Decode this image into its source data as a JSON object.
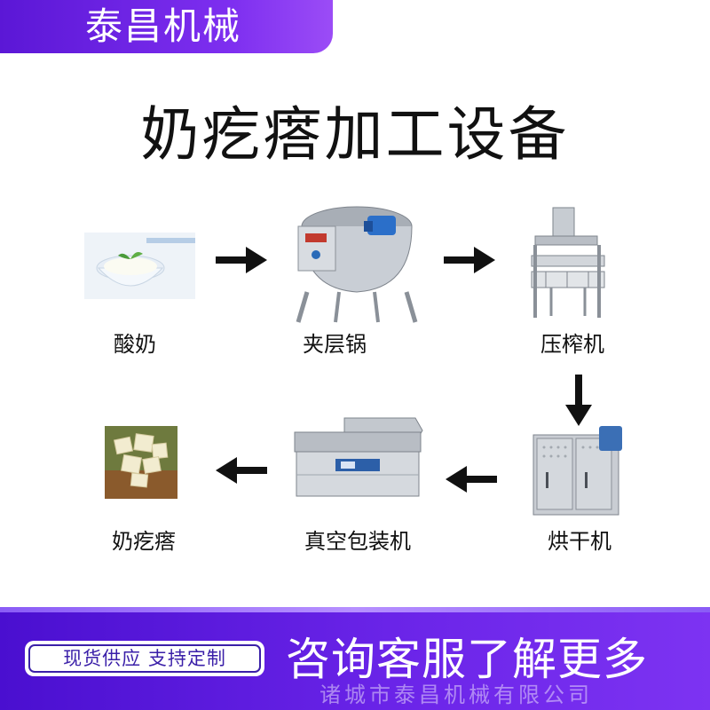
{
  "brand": {
    "name": "泰昌机械"
  },
  "title": "奶疙瘩加工设备",
  "steps": [
    {
      "label": "酸奶"
    },
    {
      "label": "夹层锅"
    },
    {
      "label": "压榨机"
    },
    {
      "label": "烘干机"
    },
    {
      "label": "真空包装机"
    },
    {
      "label": "奶疙瘩"
    }
  ],
  "footer": {
    "tag": "现货供应 支持定制",
    "consult": "咨询客服了解更多",
    "watermark": "诸城市泰昌机械有限公司"
  },
  "colors": {
    "accent": "#6a24e8",
    "arrow": "#111111"
  }
}
